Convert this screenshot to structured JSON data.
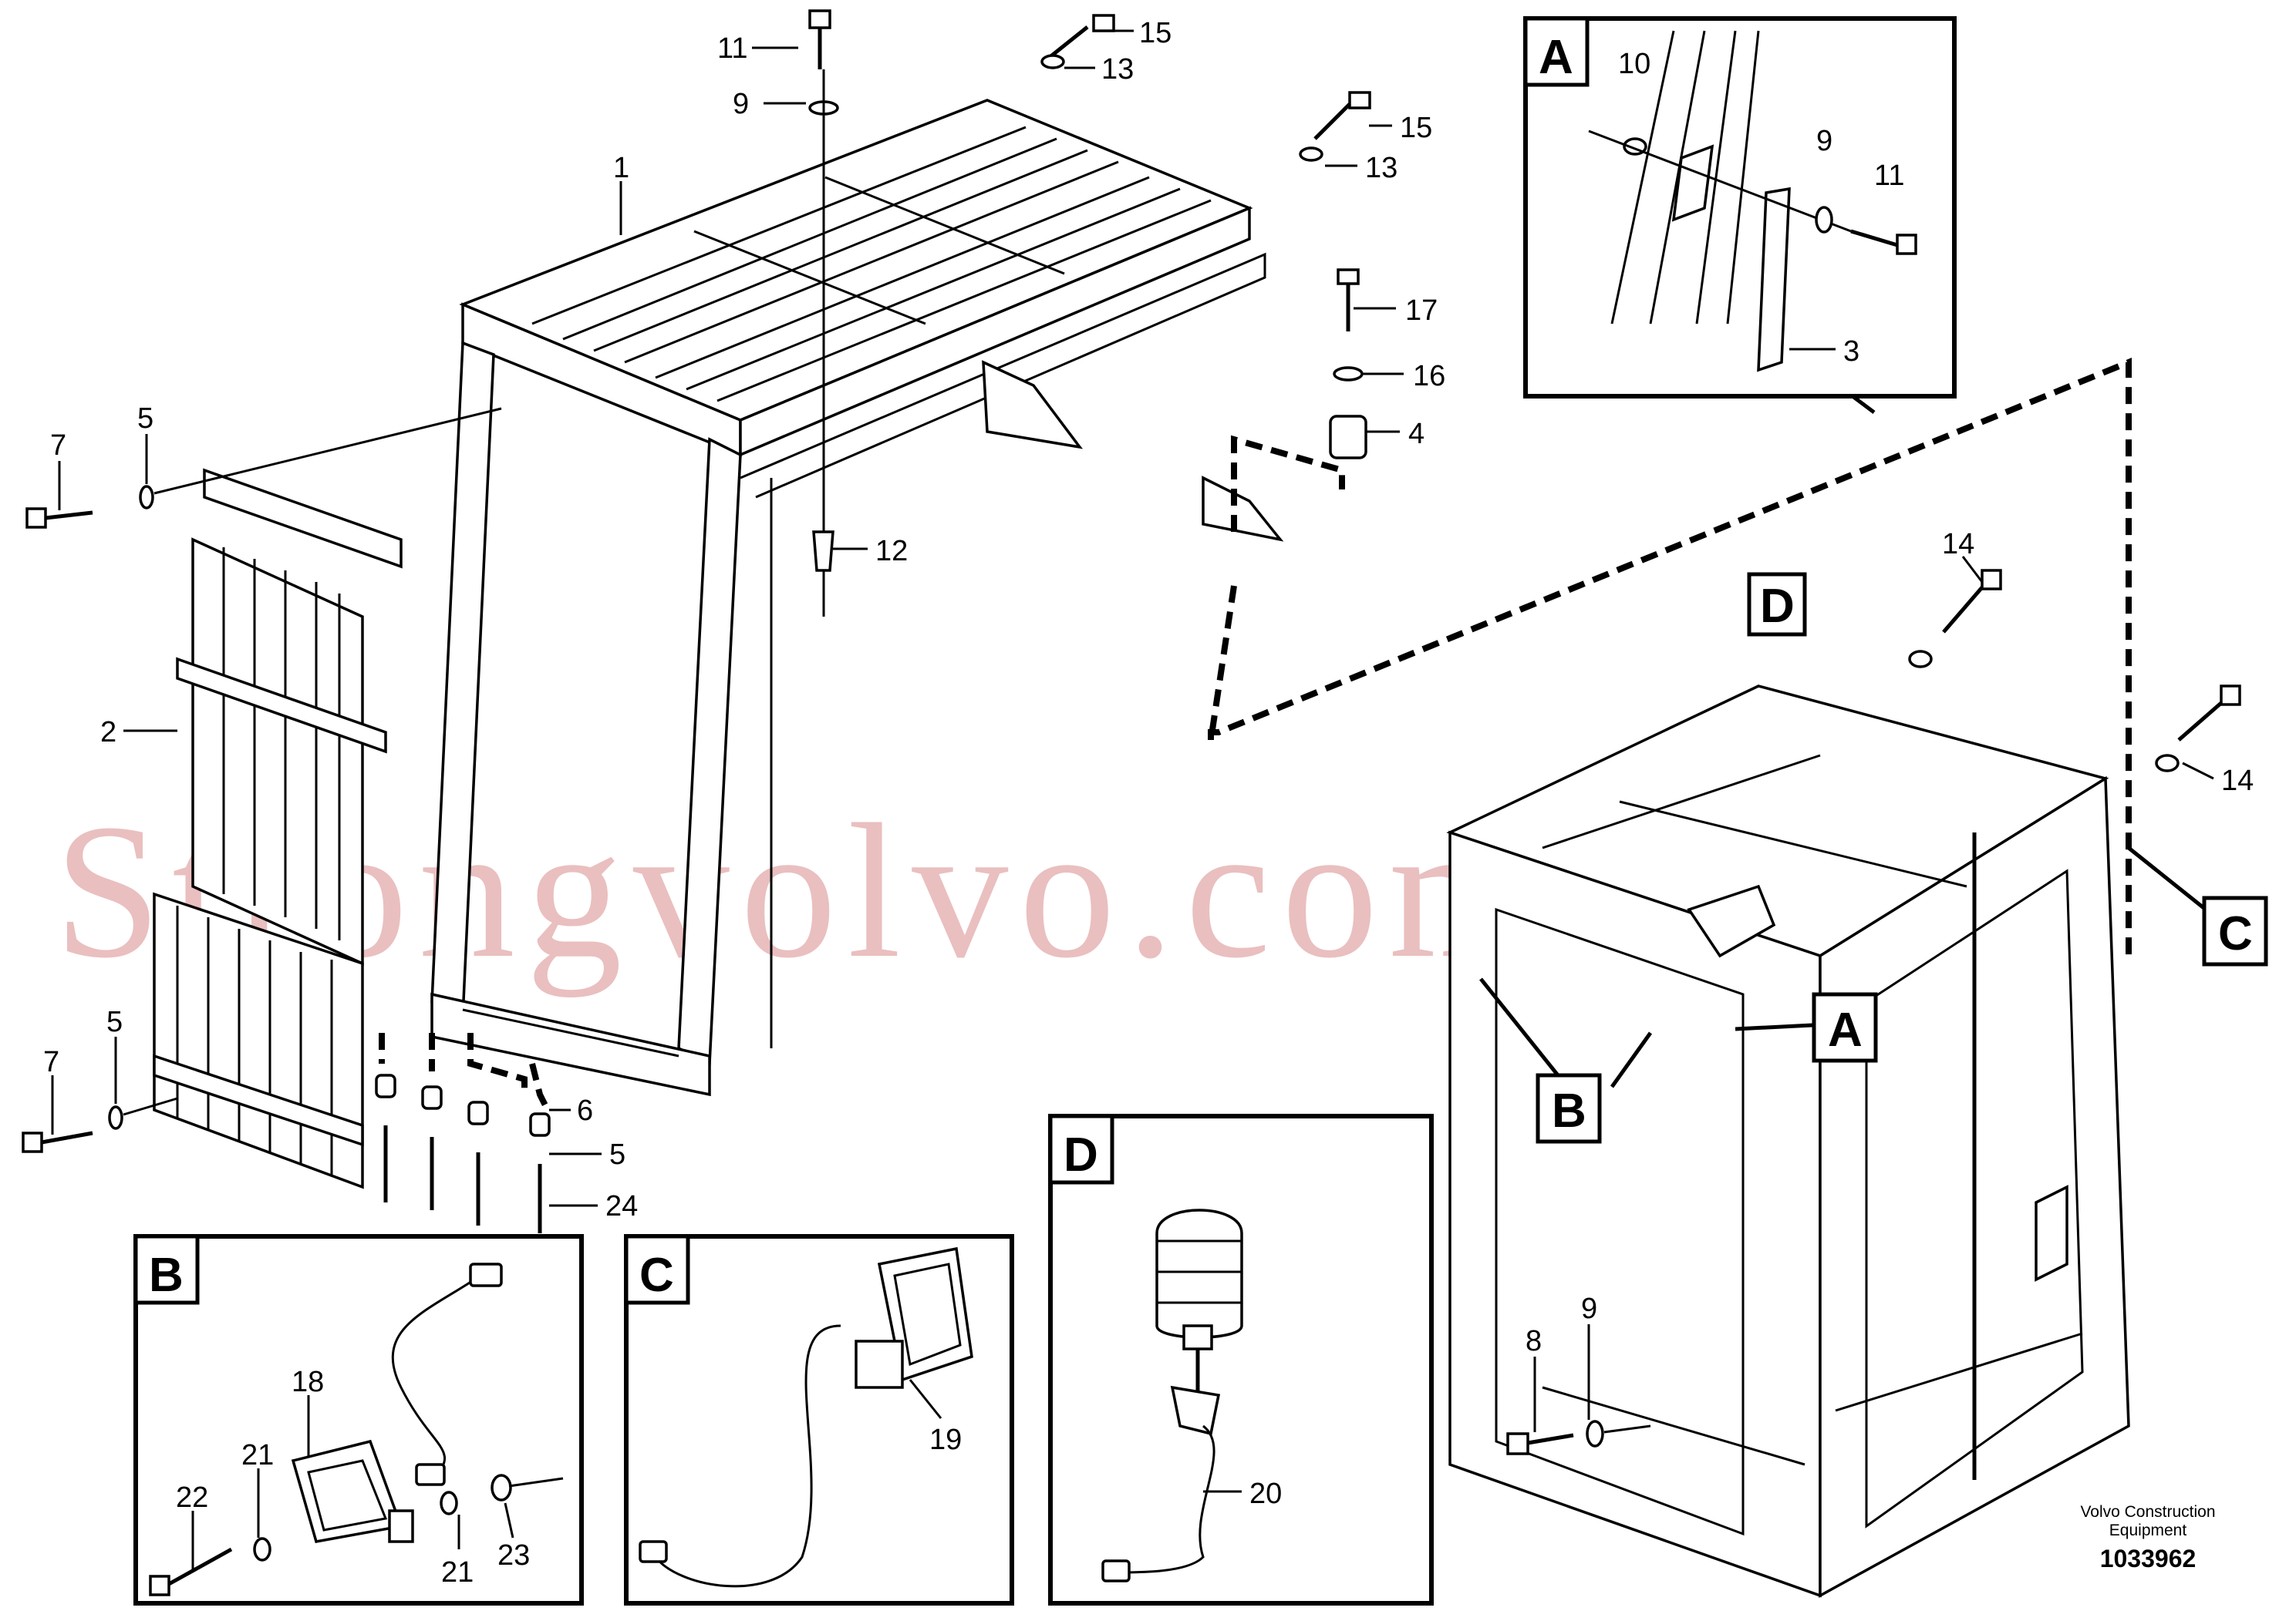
{
  "diagram": {
    "watermark": "Strongvolvo.com",
    "footer": {
      "company_line1": "Volvo Construction",
      "company_line2": "Equipment",
      "drawing_number": "1033962"
    },
    "detail_boxes": {
      "A": "A",
      "B": "B",
      "C": "C",
      "D": "D"
    },
    "view_markers": {
      "A": "A",
      "B": "B",
      "C": "C",
      "D": "D"
    },
    "callouts": {
      "c1": "1",
      "c2": "2",
      "c3": "3",
      "c4": "4",
      "c5a": "5",
      "c5b": "5",
      "c5c": "5",
      "c6": "6",
      "c7a": "7",
      "c7b": "7",
      "c8": "8",
      "c9a": "9",
      "c9b": "9",
      "c9c": "9",
      "c10": "10",
      "c11a": "11",
      "c11b": "11",
      "c12": "12",
      "c13a": "13",
      "c13b": "13",
      "c14a": "14",
      "c14b": "14",
      "c15a": "15",
      "c15b": "15",
      "c16": "16",
      "c17": "17",
      "c18": "18",
      "c19": "19",
      "c20": "20",
      "c21a": "21",
      "c21b": "21",
      "c22": "22",
      "c23": "23",
      "c24": "24"
    }
  }
}
